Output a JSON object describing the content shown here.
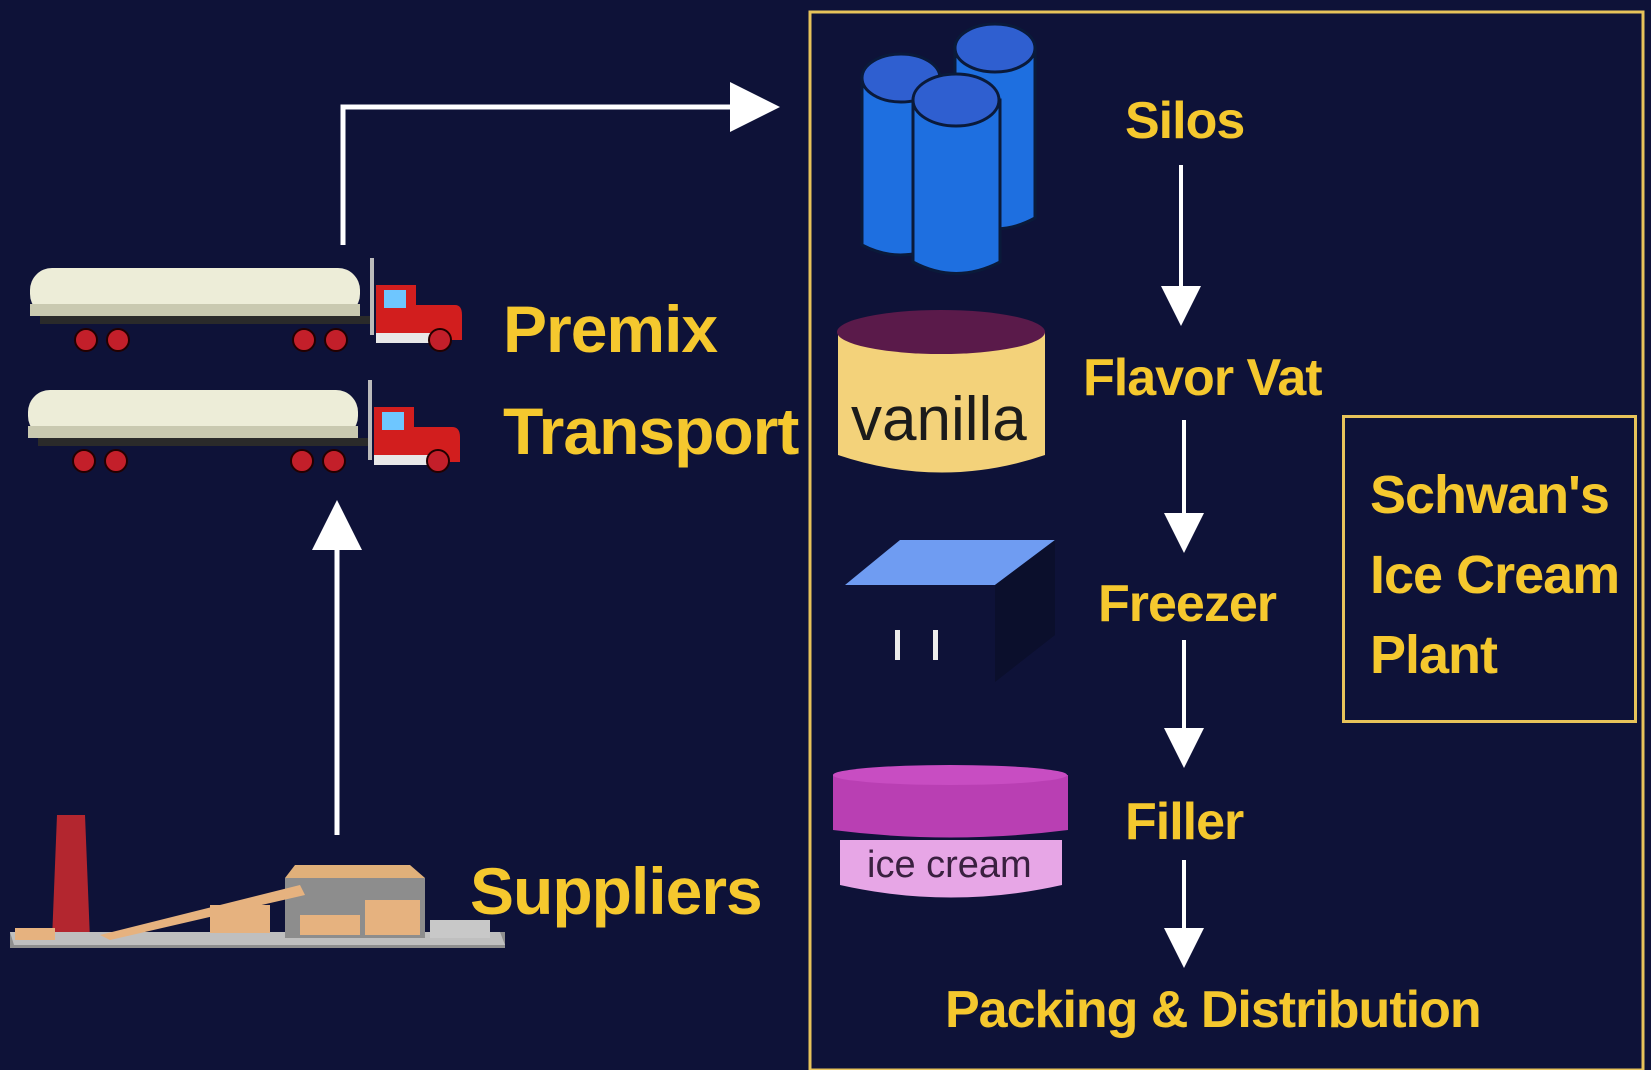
{
  "labels": {
    "premix": "Premix",
    "transport": "Transport",
    "suppliers": "Suppliers",
    "silos": "Silos",
    "flavor_vat": "Flavor Vat",
    "freezer": "Freezer",
    "filler": "Filler",
    "packing": "Packing & Distribution"
  },
  "plant_box": {
    "lines": [
      "Schwan's",
      "Ice Cream",
      "Plant"
    ]
  },
  "illustrations": {
    "vat_label": "vanilla",
    "carton_label": "ice cream"
  },
  "colors": {
    "background": "#0e1238",
    "label": "#f5c82e",
    "frame": "#e7c35a",
    "arrow": "#ffffff",
    "silo": "#1e6fe0",
    "vat_top": "#5a1a4a",
    "vat_body": "#f3d27a",
    "freezer_top": "#6f9cf2",
    "carton_lid": "#b93fb3",
    "carton_body": "#e7a6e6",
    "truck_cab": "#d21e1e"
  }
}
